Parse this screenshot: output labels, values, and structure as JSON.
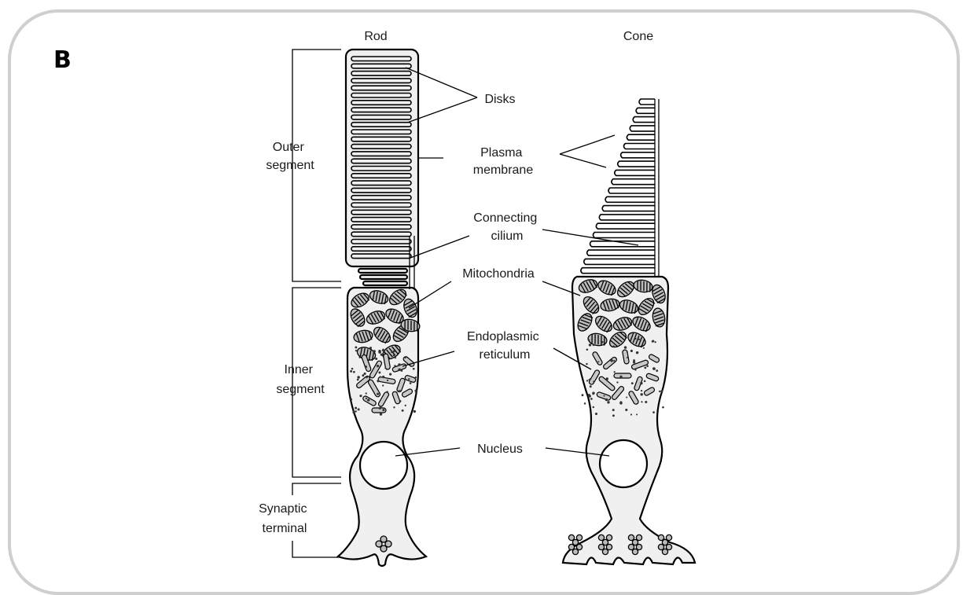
{
  "panel_letter": "B",
  "cells": {
    "rod": "Rod",
    "cone": "Cone"
  },
  "regions": {
    "outer_segment": [
      "Outer",
      "segment"
    ],
    "inner_segment": [
      "Inner",
      "segment"
    ],
    "synaptic_terminal": [
      "Synaptic",
      "terminal"
    ]
  },
  "structures": {
    "disks": [
      "Disks"
    ],
    "plasma_membrane": [
      "Plasma",
      "membrane"
    ],
    "connecting_cilium": [
      "Connecting",
      "cilium"
    ],
    "mitochondria": [
      "Mitochondria"
    ],
    "endoplasmic_reticulum": [
      "Endoplasmic",
      "reticulum"
    ],
    "nucleus": [
      "Nucleus"
    ]
  }
}
